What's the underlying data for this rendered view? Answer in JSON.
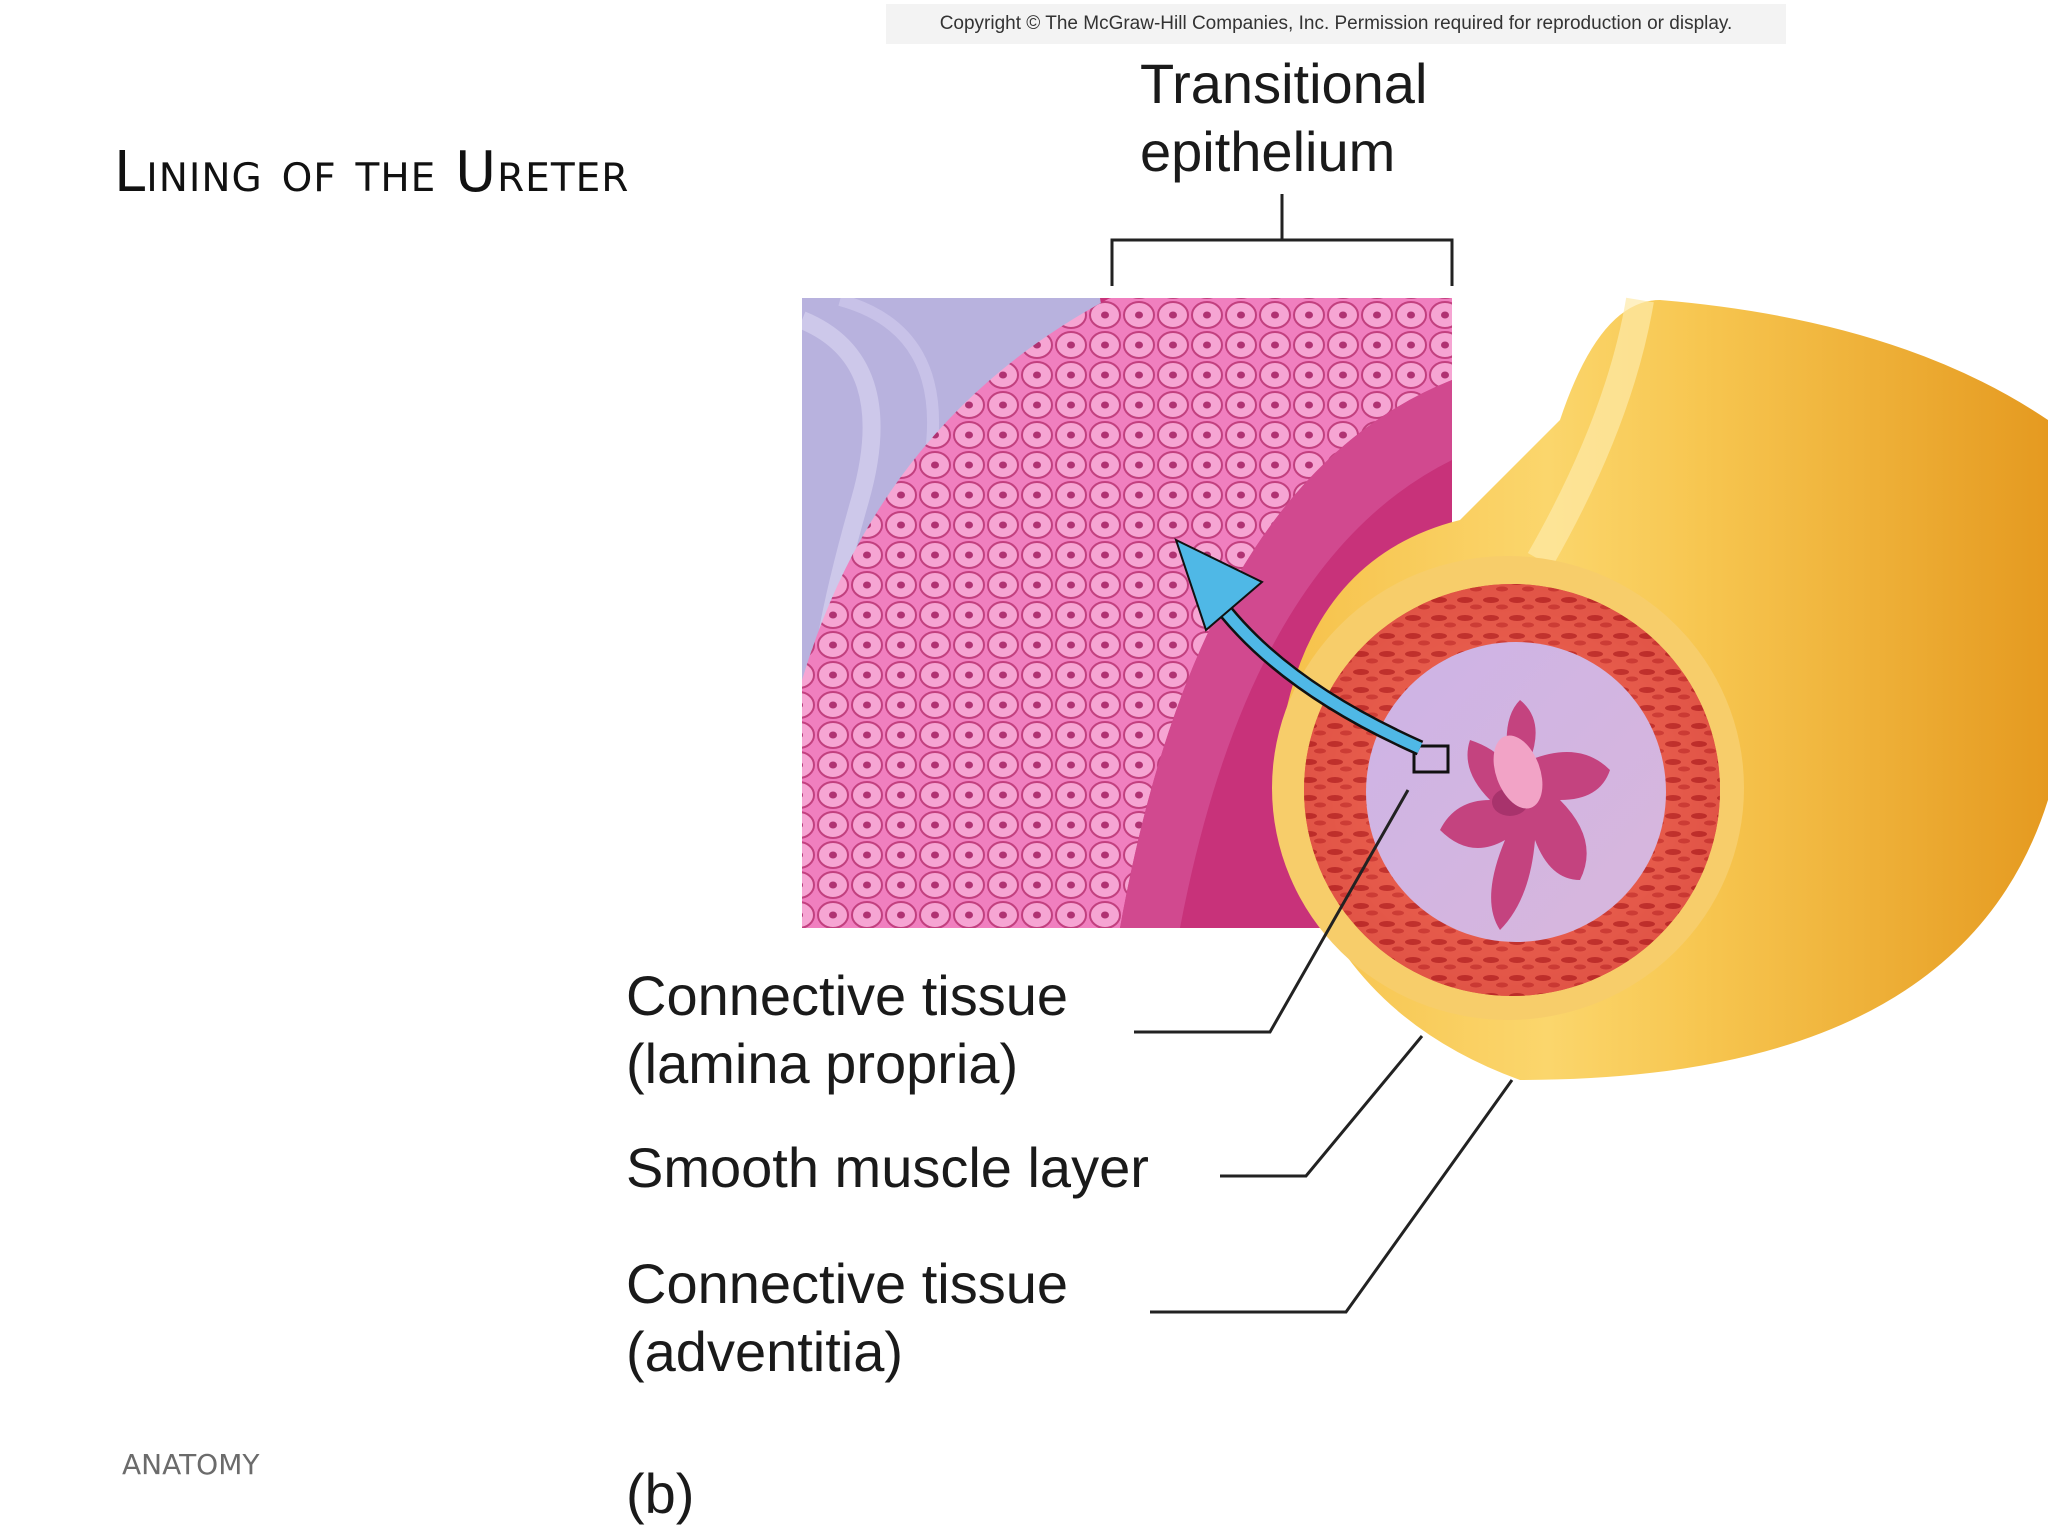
{
  "slide": {
    "title": "Lining of the Ureter",
    "footer": "ANATOMY"
  },
  "figure": {
    "copyright": "Copyright © The McGraw-Hill Companies, Inc. Permission required for reproduction or display.",
    "panel_label": "(b)",
    "labels": {
      "transitional_line1": "Transitional",
      "transitional_line2": "epithelium",
      "lamina_line1": "Connective tissue",
      "lamina_line2": "(lamina propria)",
      "smooth_muscle": "Smooth muscle layer",
      "adventitia_line1": "Connective tissue",
      "adventitia_line2": "(adventitia)"
    }
  },
  "colors": {
    "adventitia": "#f2b33a",
    "smooth_muscle": "#d9423c",
    "lamina_propria": "#c8b4e0",
    "epithelium": "#e266a8",
    "arrow": "#4fb8e6"
  }
}
